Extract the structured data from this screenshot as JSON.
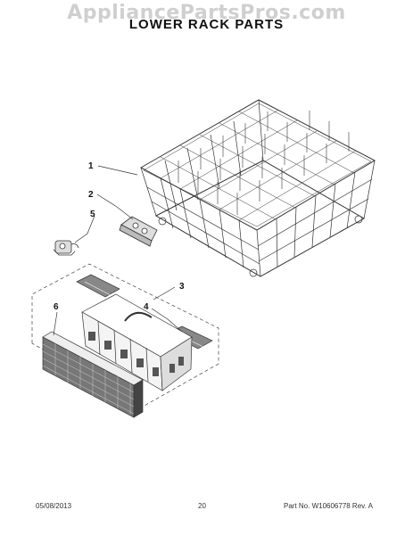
{
  "watermark": "AppliancePartsPros.com",
  "title": "LOWER RACK PARTS",
  "callouts": [
    "1",
    "2",
    "3",
    "4",
    "5",
    "6"
  ],
  "footer": {
    "date": "05/08/2013",
    "page": "20",
    "part_no": "Part No. W10606778  Rev. A"
  }
}
